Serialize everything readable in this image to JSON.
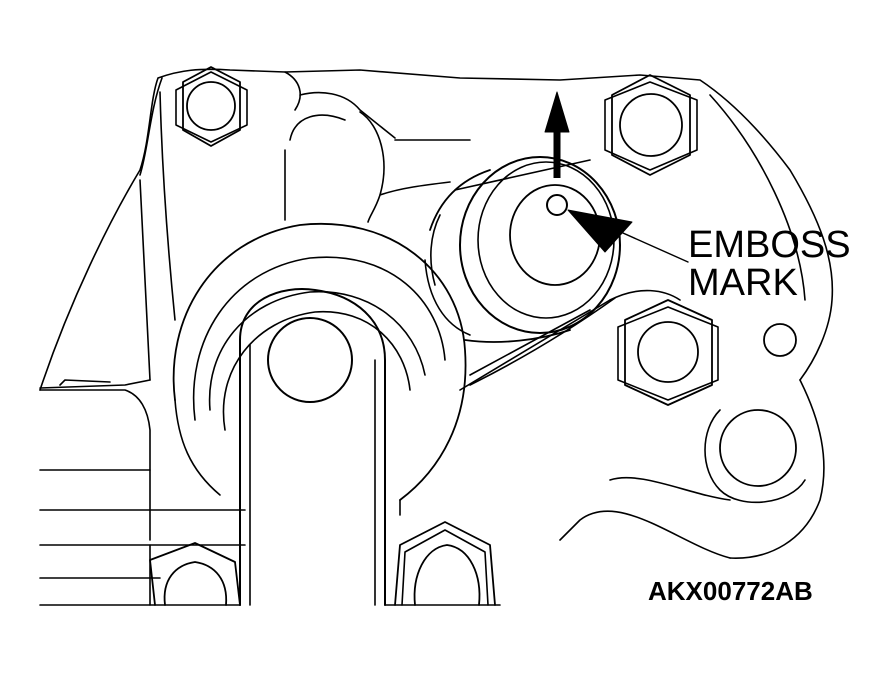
{
  "callout": {
    "line1": "EMBOSS",
    "line2": "MARK"
  },
  "figure_id": "AKX00772AB",
  "colors": {
    "ink": "#000000",
    "paper": "#ffffff"
  },
  "icons": [
    "direction-arrow-icon",
    "pointer-triangle-icon"
  ]
}
